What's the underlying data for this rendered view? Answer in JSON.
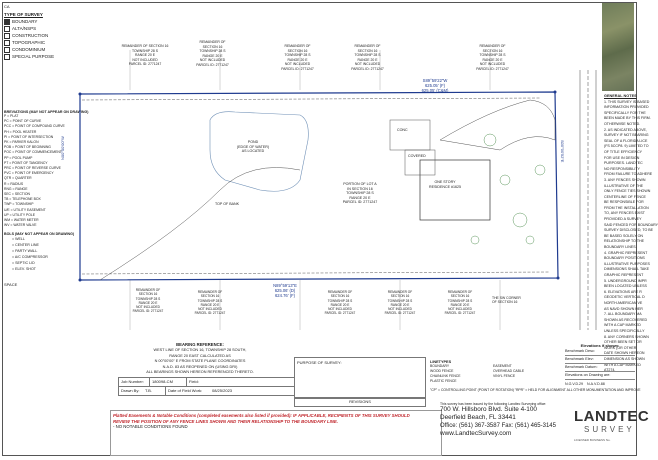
{
  "sheet": {
    "corner_label": "CA",
    "survey_type_heading": "TYPE OF SURVEY",
    "survey_types": [
      {
        "label": "BOUNDARY",
        "checked": true
      },
      {
        "label": "ALTA/NSPS",
        "checked": false
      },
      {
        "label": "CONSTRUCTION",
        "checked": false
      },
      {
        "label": "TOPOGRAPHIC",
        "checked": false
      },
      {
        "label": "CONDOMINIUM",
        "checked": false
      },
      {
        "label": "SPECIAL PURPOSE",
        "checked": false
      }
    ],
    "abbrev_heading": "BREVIATIONS (MAY NOT APPEAR ON DRAWING)",
    "abbreviations": [
      "P = PLAT",
      "PC = POINT OF CURVE",
      "PCC = POINT OF COMPOUND CURVE",
      "PH = POOL HEATER",
      "PI = POINT OF INTERSECTION",
      "PK = PARKER KALON",
      "POB = POINT OF BEGINNING",
      "POC = POINT OF COMMENCEMENT",
      "PP = POOL PUMP",
      "PT = POINT OF TANGENCY",
      "PRC = POINT OF REVERSE CURVE",
      "PVC = POINT OF EMERGENCY",
      "QTR = QUARTER",
      "R = RADIUS",
      "RNG = RANGE",
      "SEC = SECTION",
      "TB = TELEPHONE BOX",
      "TWP = TOWNSHIP",
      "U/E = UTILITY EASEMENT",
      "UP = UTILITY POLE",
      "WM = WATER METER",
      "WV = WATER VALVE"
    ],
    "symbols_heading": "BOLS (MAY NOT APPEAR ON DRAWING)",
    "symbols": [
      "= WELL",
      "= CENTER LINE",
      "= PARTY WALL",
      "= A/C COMPRESSOR",
      "= SEPTIC LID",
      "= ELEV. SHOT"
    ],
    "space_label": "SPACE"
  },
  "drawing": {
    "neighbor_labels": [
      {
        "text": "REMAINDER OF SECTION 16\nTOWNSHIP 28 S\nRANGE 20 E\nNOT INCLUDED\nPARCEL ID: 2771247"
      },
      {
        "text": "REMAINDER OF\nSECTION 16\nTOWNSHIP 28 S\nRANGE 20 E\nNOT INCLUDED\nPARCEL ID: 2771247"
      },
      {
        "text": "REMAINDER OF\nSECTION 16\nTOWNSHIP 28 S\nRANGE 20 E\nNOT INCLUDED\nPARCEL ID: 2771247"
      },
      {
        "text": "REMAINDER OF\nSECTION 16\nTOWNSHIP 28 S\nRANGE 20 E\nNOT INCLUDED\nPARCEL ID: 2771247"
      },
      {
        "text": "REMAINDER OF\nSECTION 16\nTOWNSHIP 28 S\nRANGE 20 E\nNOT INCLUDED\nPARCEL ID: 2771247"
      }
    ],
    "top_bearing": "S89°59'22\"W\n625.05' (F)\n625.05' (C&M)",
    "bottom_bearing": "N89°59'13\"E\n625.06' (D)\n624.76' (F)",
    "pond_label": "POND\n(EDGE OF WATER)\nAS LOCATED",
    "top_of_bank": "TOP OF BANK",
    "center_label": "PORTION OF LOT A\nIN SECTION 16\nTOWNSHIP 28 S\nRANGE 20 E\nPARCEL ID: 2771247",
    "house_label": "ONE STORY\nRESIDENCE #1625",
    "conc_label": "CONC",
    "covered_label": "COVERED",
    "west_line": "N00°00'00\"W",
    "east_line": "S00°00'52\"E",
    "bottom_neighbors": [
      {
        "text": "REMAINDER OF\nSECTION 16\nTOWNSHIP 28 S\nRANGE 20 E\nNOT INCLUDED\nPARCEL ID: 2771247"
      },
      {
        "text": "REMAINDER OF\nSECTION 16\nTOWNSHIP 28 S\nRANGE 20 E\nNOT INCLUDED\nPARCEL ID: 2771247"
      },
      {
        "text": "REMAINDER OF\nSECTION 16\nTOWNSHIP 28 S\nRANGE 20 E\nNOT INCLUDED\nPARCEL ID: 2771247"
      },
      {
        "text": "REMAINDER OF\nSECTION 16\nTOWNSHIP 28 S\nRANGE 20 E\nNOT INCLUDED\nPARCEL ID: 2771247"
      },
      {
        "text": "REMAINDER OF\nSECTION 16\nTOWNSHIP 28 S\nRANGE 20 E\nNOT INCLUDED\nPARCEL ID: 2771247"
      }
    ],
    "sw_corner": "THE SW CORNER\nOF SECTION 16"
  },
  "general_notes": {
    "heading": "GENERAL NOTES",
    "lines": [
      "1. THIS SURVEY IS BASED",
      "INFORMATION PROVIDED",
      "SPECIFICALLY FOR THE",
      "BEEN MADE BY THIS FIRM.",
      "OTHERWISE NOTED.",
      "2. AS INDICATED ABOVE,",
      "SURVEY IF NOT BEARING",
      "SEAL OF A FLORIDA LICE",
      "(FS 5CCP8. 9) LIMITED TO",
      "OF TITLE EFFICIENCY",
      "FOR USE IN DESIGN",
      "PURPOSES. LANDTEC",
      "NO RESPONSIBILITY",
      "FROM FAILURE TO ADHERE",
      "3. ANY FENCES SHOWN",
      "ILLUSTRATIVE OF THE",
      "ONLY FENCE TIES SHOWN",
      "CENTERLINE OF FENCE",
      "BE RESPONSIBLE FOR",
      "FROM THE INSTALLATION",
      "TO, ANY FENCES EXIST",
      "PROVIDED A SURVEY",
      "SAID FENCED FOR BOUNDARY",
      "SURVEY DISCLOSED, TO BE",
      "BE BASED SOLELY ON",
      "RELATIONSHIP TO THE",
      "BOUNDARY LINES.",
      "4. GRAPHIC REPRESENT",
      "BOUNDARY POSITIONS",
      "ILLUSTRATIVE PURPOSES",
      "DIMENSIONS SHALL TAKE",
      "GRAPHIC REPRESENT",
      "5. UNDERGROUND IMPR",
      "BEEN LOCATED UNLESS",
      "6. ELEVATIONS ARE R",
      "GEODETIC VERTICAL D",
      "NORTH AMERICAN VE",
      "AS NAVD SHOWN HER",
      "7. ALL BOUNDARY MA",
      "SHOWN AS RECOVERED",
      "WITH A CAP MARKED",
      "UNLESS SPECIFICALLY",
      "8. ANY CORNERS SHOWN",
      "OTHER BEEN SET OR",
      "WORK (OR OTHER",
      "DATE SHOWN HEREON",
      "DIMENSION AS SHOWN",
      "WITH A CAP MARKED",
      "AT274."
    ]
  },
  "bearing_reference": {
    "heading": "BEARING REFERENCE:",
    "lines": [
      "WEST LINE OF SECTION 16, TOWNSHIP 28 SOUTH,",
      "RANGE 20 EAST CALCULATED AS",
      "N 00°00'00\" E FROM STATE PLANE COORDINATES",
      "N.A.D. 83 AS REOPENED ON (USING DRI)",
      "ALL BEARINGS SHOWN HEREON REFERENCED THERETO."
    ]
  },
  "title_block": {
    "job_number_label": "Job Number:",
    "job_number": "180098-CM",
    "field_label": "Field:",
    "drawn_by_label": "Drawn By:",
    "drawn_by": "T.B.",
    "date_label": "Date of Field Work:",
    "date": "08/25/2023",
    "purpose_label": "PURPOSE OF SURVEY:",
    "revisions_label": "REVISIONS"
  },
  "line_legend": {
    "heading": "LINETYPES",
    "items": [
      "BOUNDARY",
      "EASEMENT",
      "WOOD FENCE",
      "OVERHEAD CABLE",
      "CHAINLINK FENCE",
      "VINYL FENCE",
      "PLASTIC FENCE"
    ]
  },
  "cp_note": "\"CP\" = CONTROLLING POINT (POINT OF ROTATION)   \"RPR\" = HELD FOR ALIGNMENT   ALL OTHER MONUMENTATION AND IMPROVE",
  "elevations": {
    "heading": "Elevations if shown:",
    "rows": [
      "Benchmark Desc:",
      "Benchmark Elev:",
      "Benchmark Datum:",
      "Elevations on Drawing are:"
    ],
    "options": [
      "N.G.V.D.29",
      "N.A.V.D.88"
    ]
  },
  "easements_notice": {
    "title": "Platted Easements & Notable Conditions (completed easements also listed if provided): IF APPLICABLE, RECIPIENTS OF THIS SURVEY SHOULD",
    "line2": "REVIEW THE POSITION OF ANY FENCE LINES SHOWN AND THEIR RELATIONSHIP TO THE BOUNDARY LINE.",
    "line3": "- NO NOTABLE CONDITIONS FOUND"
  },
  "company": {
    "prepared_by": "This survey has been issued by the following Landtec Surveying office:",
    "address1": "700 W. Hillsboro Blvd. Suite 4-100",
    "address2": "Deerfield Beach, FL 33441",
    "phone": "Office: (561) 367-3587  Fax: (561) 465-3145",
    "website": "www.LandtecSurvey.com",
    "logo_text": "LANDTEC",
    "logo_sub": "SURVEY",
    "license": "LICENSED BUSINESS No."
  },
  "colors": {
    "boundary": "#1f3b8f",
    "notice_red": "#c0262c",
    "tree_green": "#2e7a2e"
  }
}
